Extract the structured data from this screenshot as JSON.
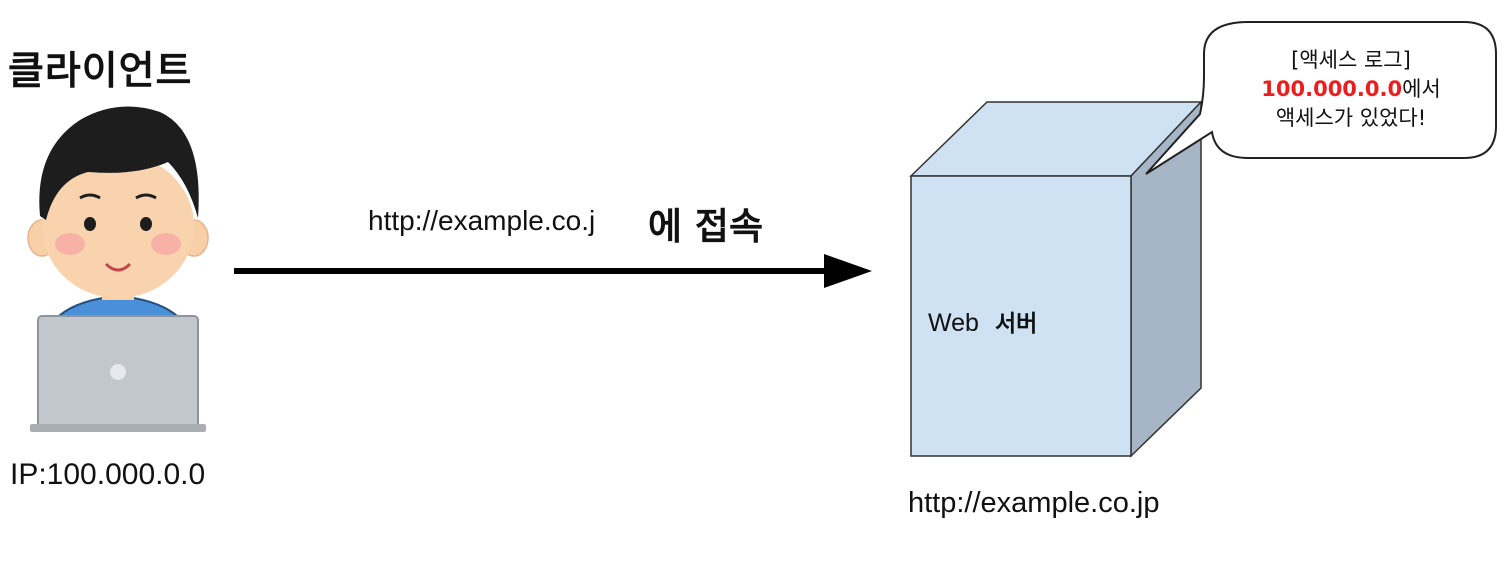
{
  "client": {
    "title": "클라이언트",
    "ip": "IP:100.000.0.0"
  },
  "access": {
    "url": "http://example.co.j",
    "verb": "에 접속"
  },
  "server": {
    "label_en": "Web",
    "label_ko": "서버",
    "url": "http://example.co.jp"
  },
  "bubble": {
    "line1": "[액세스 로그]",
    "ip": "100.000.0.0",
    "line2_suffix": "에서",
    "line3": "액세스가 있었다!"
  },
  "colors": {
    "server_front": "#cfe2f3",
    "server_side": "#a6b6c6",
    "ip_highlight": "#ee1c1c",
    "arrow": "#000000"
  },
  "icons": [
    "user-with-laptop-icon",
    "arrow-right-icon",
    "server-box-icon",
    "speech-bubble-icon"
  ]
}
